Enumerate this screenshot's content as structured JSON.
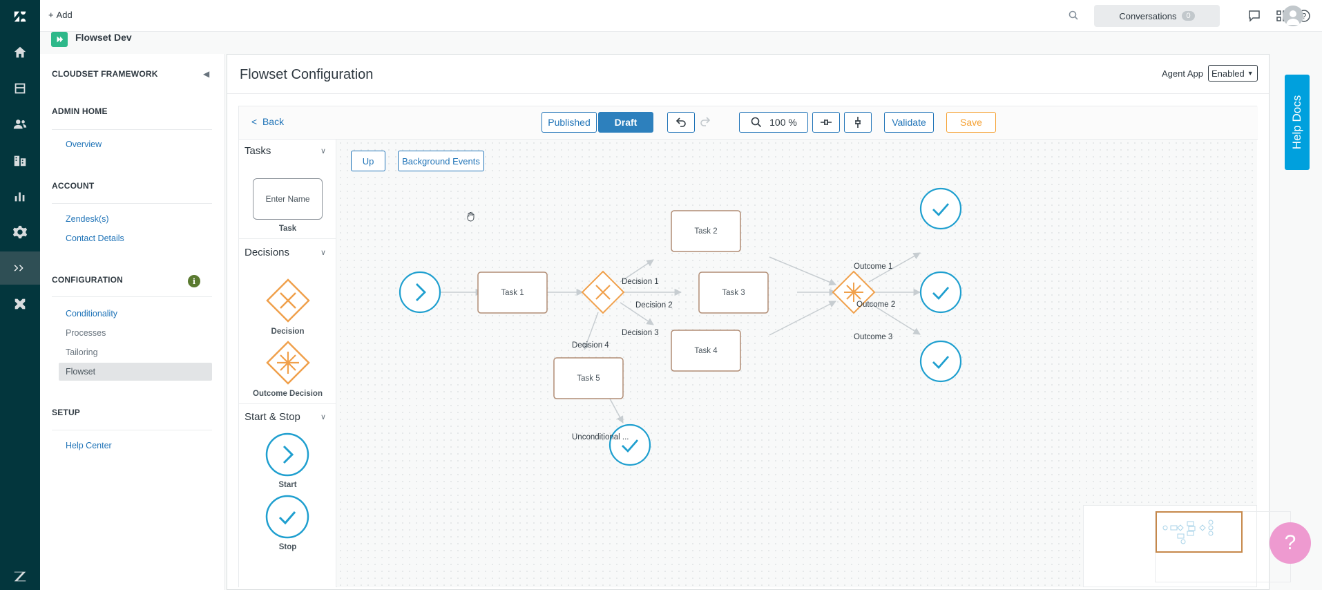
{
  "topbar": {
    "add_label": "Add",
    "conversations_label": "Conversations",
    "conversations_count": "0"
  },
  "app": {
    "title": "Flowset Dev"
  },
  "sidebar": {
    "framework_title": "CLOUDSET FRAMEWORK",
    "admin_home": {
      "title": "ADMIN HOME",
      "items": [
        "Overview"
      ]
    },
    "account": {
      "title": "ACCOUNT",
      "items": [
        "Zendesk(s)",
        "Contact Details"
      ]
    },
    "configuration": {
      "title": "CONFIGURATION",
      "items": [
        "Conditionality",
        "Processes",
        "Tailoring",
        "Flowset"
      ]
    },
    "setup": {
      "title": "SETUP",
      "items": [
        "Help Center"
      ]
    }
  },
  "main": {
    "title": "Flowset Configuration",
    "agent_app_label": "Agent App",
    "agent_app_value": "Enabled"
  },
  "toolbar": {
    "back_label": "Back",
    "published_label": "Published",
    "draft_label": "Draft",
    "zoom_value": "100 %",
    "validate_label": "Validate",
    "save_label": "Save"
  },
  "palette": {
    "tasks_title": "Tasks",
    "task_placeholder": "Enter Name",
    "task_label": "Task",
    "decisions_title": "Decisions",
    "decision_label": "Decision",
    "outcome_decision_label": "Outcome Decision",
    "startstop_title": "Start & Stop",
    "start_label": "Start",
    "stop_label": "Stop"
  },
  "canvas": {
    "up_label": "Up",
    "background_events_label": "Background Events",
    "tasks": [
      "Task 1",
      "Task 2",
      "Task 3",
      "Task 4",
      "Task 5"
    ],
    "decision_edges": [
      "Decision 1",
      "Decision 2",
      "Decision 3",
      "Decision 4"
    ],
    "outcome_edges": [
      "Outcome 1",
      "Outcome 2",
      "Outcome 3"
    ],
    "unconditional_label": "Unconditional ..."
  },
  "help_docs_label": "Help Docs",
  "colors": {
    "rail": "#03363d",
    "accent_blue": "#1f73b7",
    "node_blue": "#1f9fcf",
    "decision_orange": "#f0a04b",
    "save_orange": "#f5a133"
  }
}
